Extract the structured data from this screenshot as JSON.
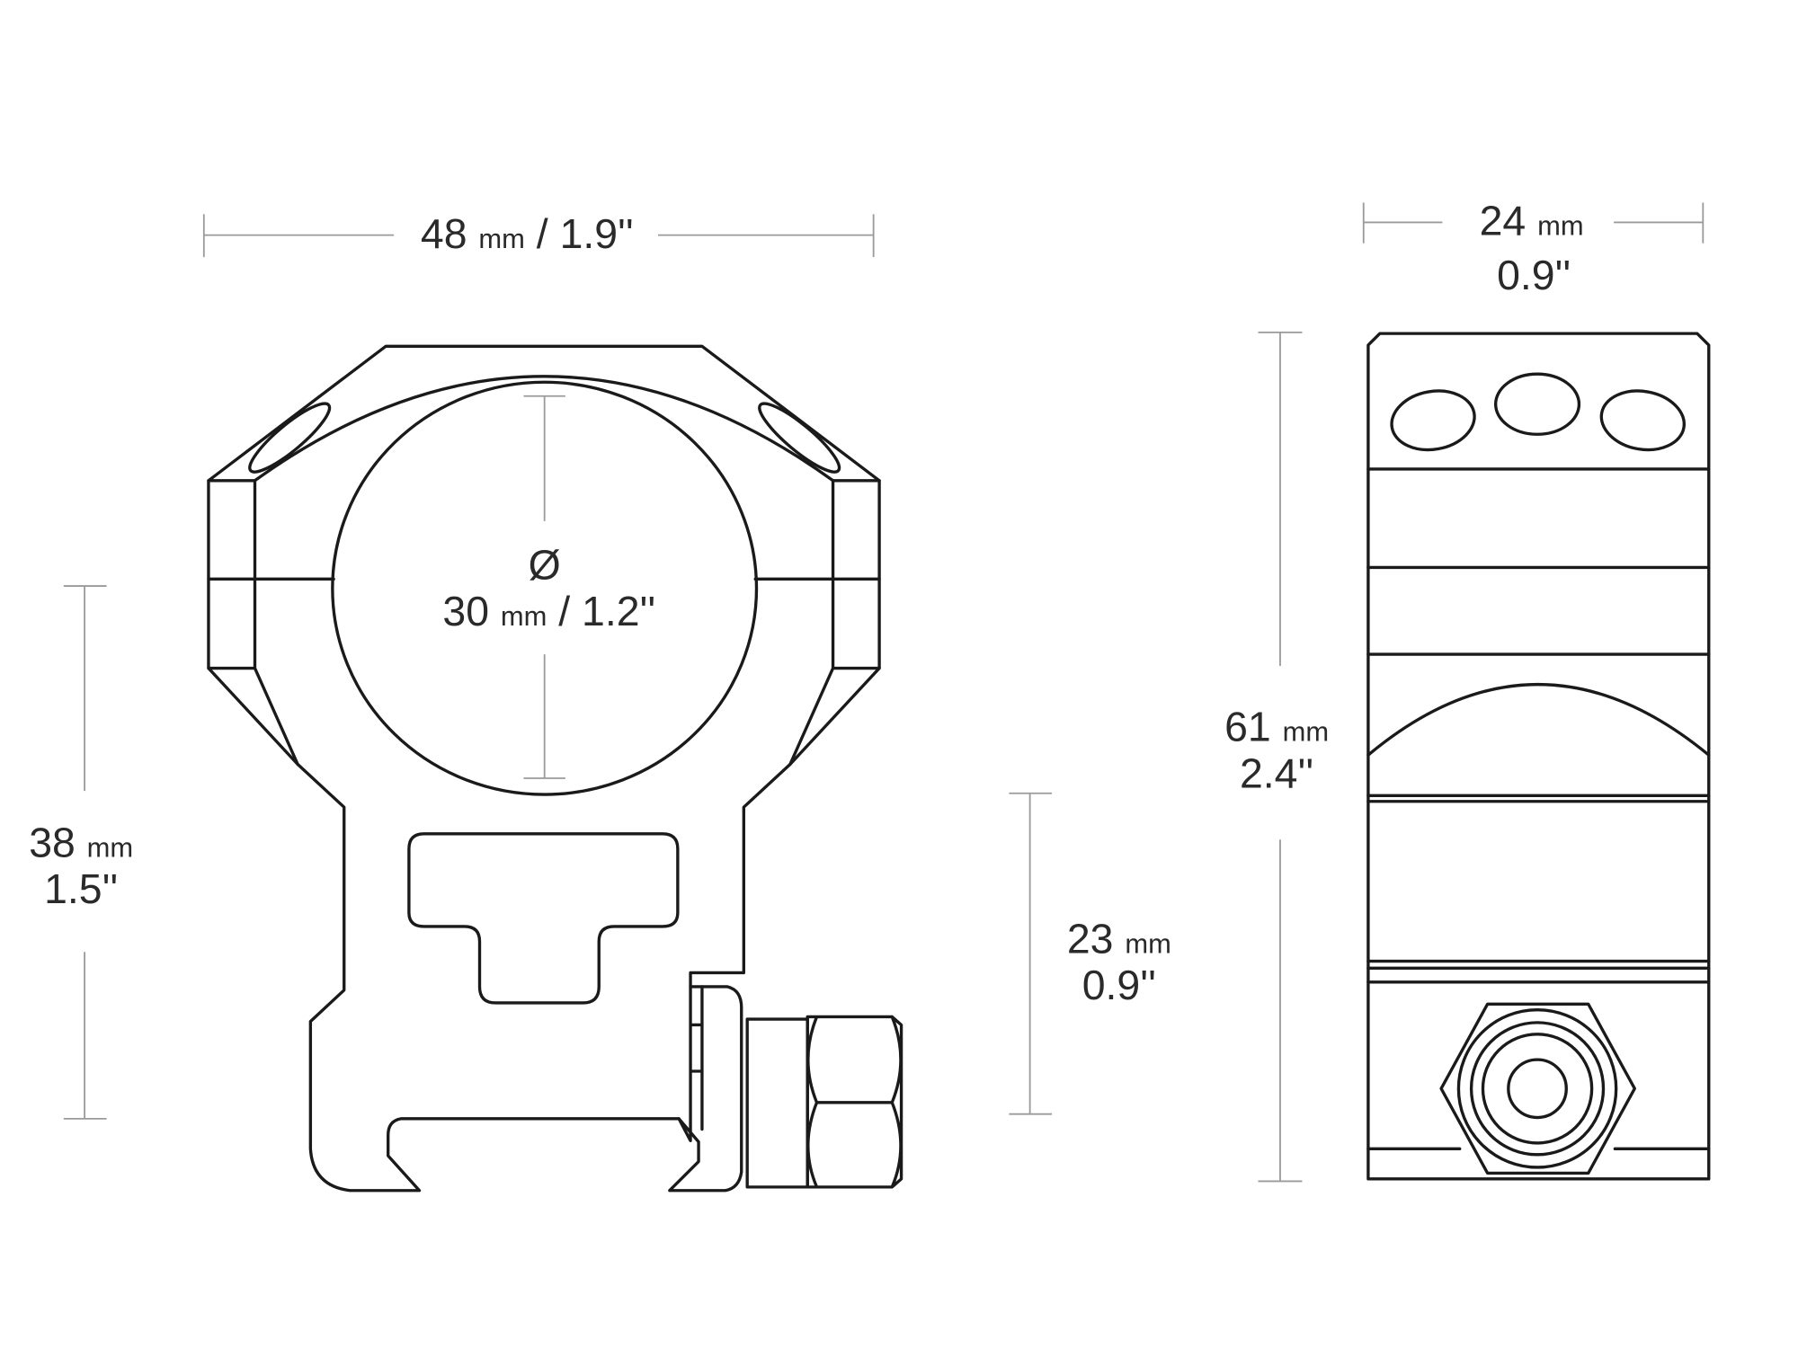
{
  "diagram": {
    "title": "Scope ring mount dimensions",
    "dimensions": {
      "overall_width": {
        "mm_value": "48",
        "mm_unit": "mm",
        "inch": "/ 1.9''"
      },
      "ring_diameter": {
        "symbol": "Ø",
        "mm_value": "30",
        "mm_unit": "mm",
        "inch": "/ 1.2''"
      },
      "center_height": {
        "mm_value": "38",
        "mm_unit": "mm",
        "inch": "1.5''"
      },
      "base_height": {
        "mm_value": "23",
        "mm_unit": "mm",
        "inch": "0.9''"
      },
      "depth": {
        "mm_value": "24",
        "mm_unit": "mm",
        "inch": "0.9''"
      },
      "overall_height": {
        "mm_value": "61",
        "mm_unit": "mm",
        "inch": "2.4''"
      }
    },
    "colors": {
      "outline": "#1a1a1a",
      "dimension_line": "#9a9a9a",
      "text": "#2a2a2a"
    }
  }
}
